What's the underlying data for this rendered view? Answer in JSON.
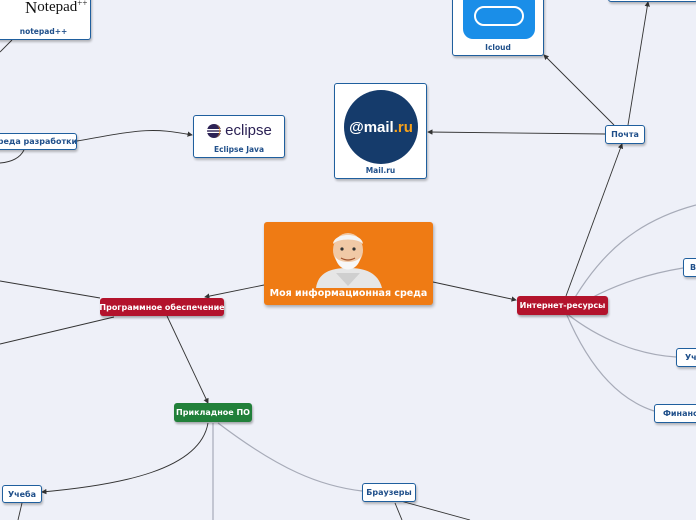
{
  "central": {
    "label": "Моя информационная среда"
  },
  "nodes": {
    "programs": "Программное обеспечение",
    "internet": "Интернет-ресурсы",
    "applied": "Прикладное ПО",
    "dev_env": "Среда разработки",
    "eclipse_java": "Eclipse Java",
    "notepad": "notepad++",
    "mail": "Почта",
    "mail_ru": "Mail.ru",
    "icloud": "Icloud",
    "study_left": "Учеба",
    "browsers": "Браузеры",
    "finance": "Финансы",
    "study_right": "Уче",
    "partial_b": "В"
  },
  "logos": {
    "eclipse": "eclipse",
    "mailru_at": "@mail",
    "mailru_ru": ".ru",
    "notepad": "otepad",
    "notepad_plus": "++"
  },
  "colors": {
    "background": "#eef0f8",
    "central": "#ef7b14",
    "primary": "#b3132c",
    "secondary": "#21803a",
    "leaf_border": "#1f5f9e",
    "mailru_bg": "#153b6b",
    "mailru_accent": "#f7a11a",
    "icloud": "#1a8ee8"
  }
}
